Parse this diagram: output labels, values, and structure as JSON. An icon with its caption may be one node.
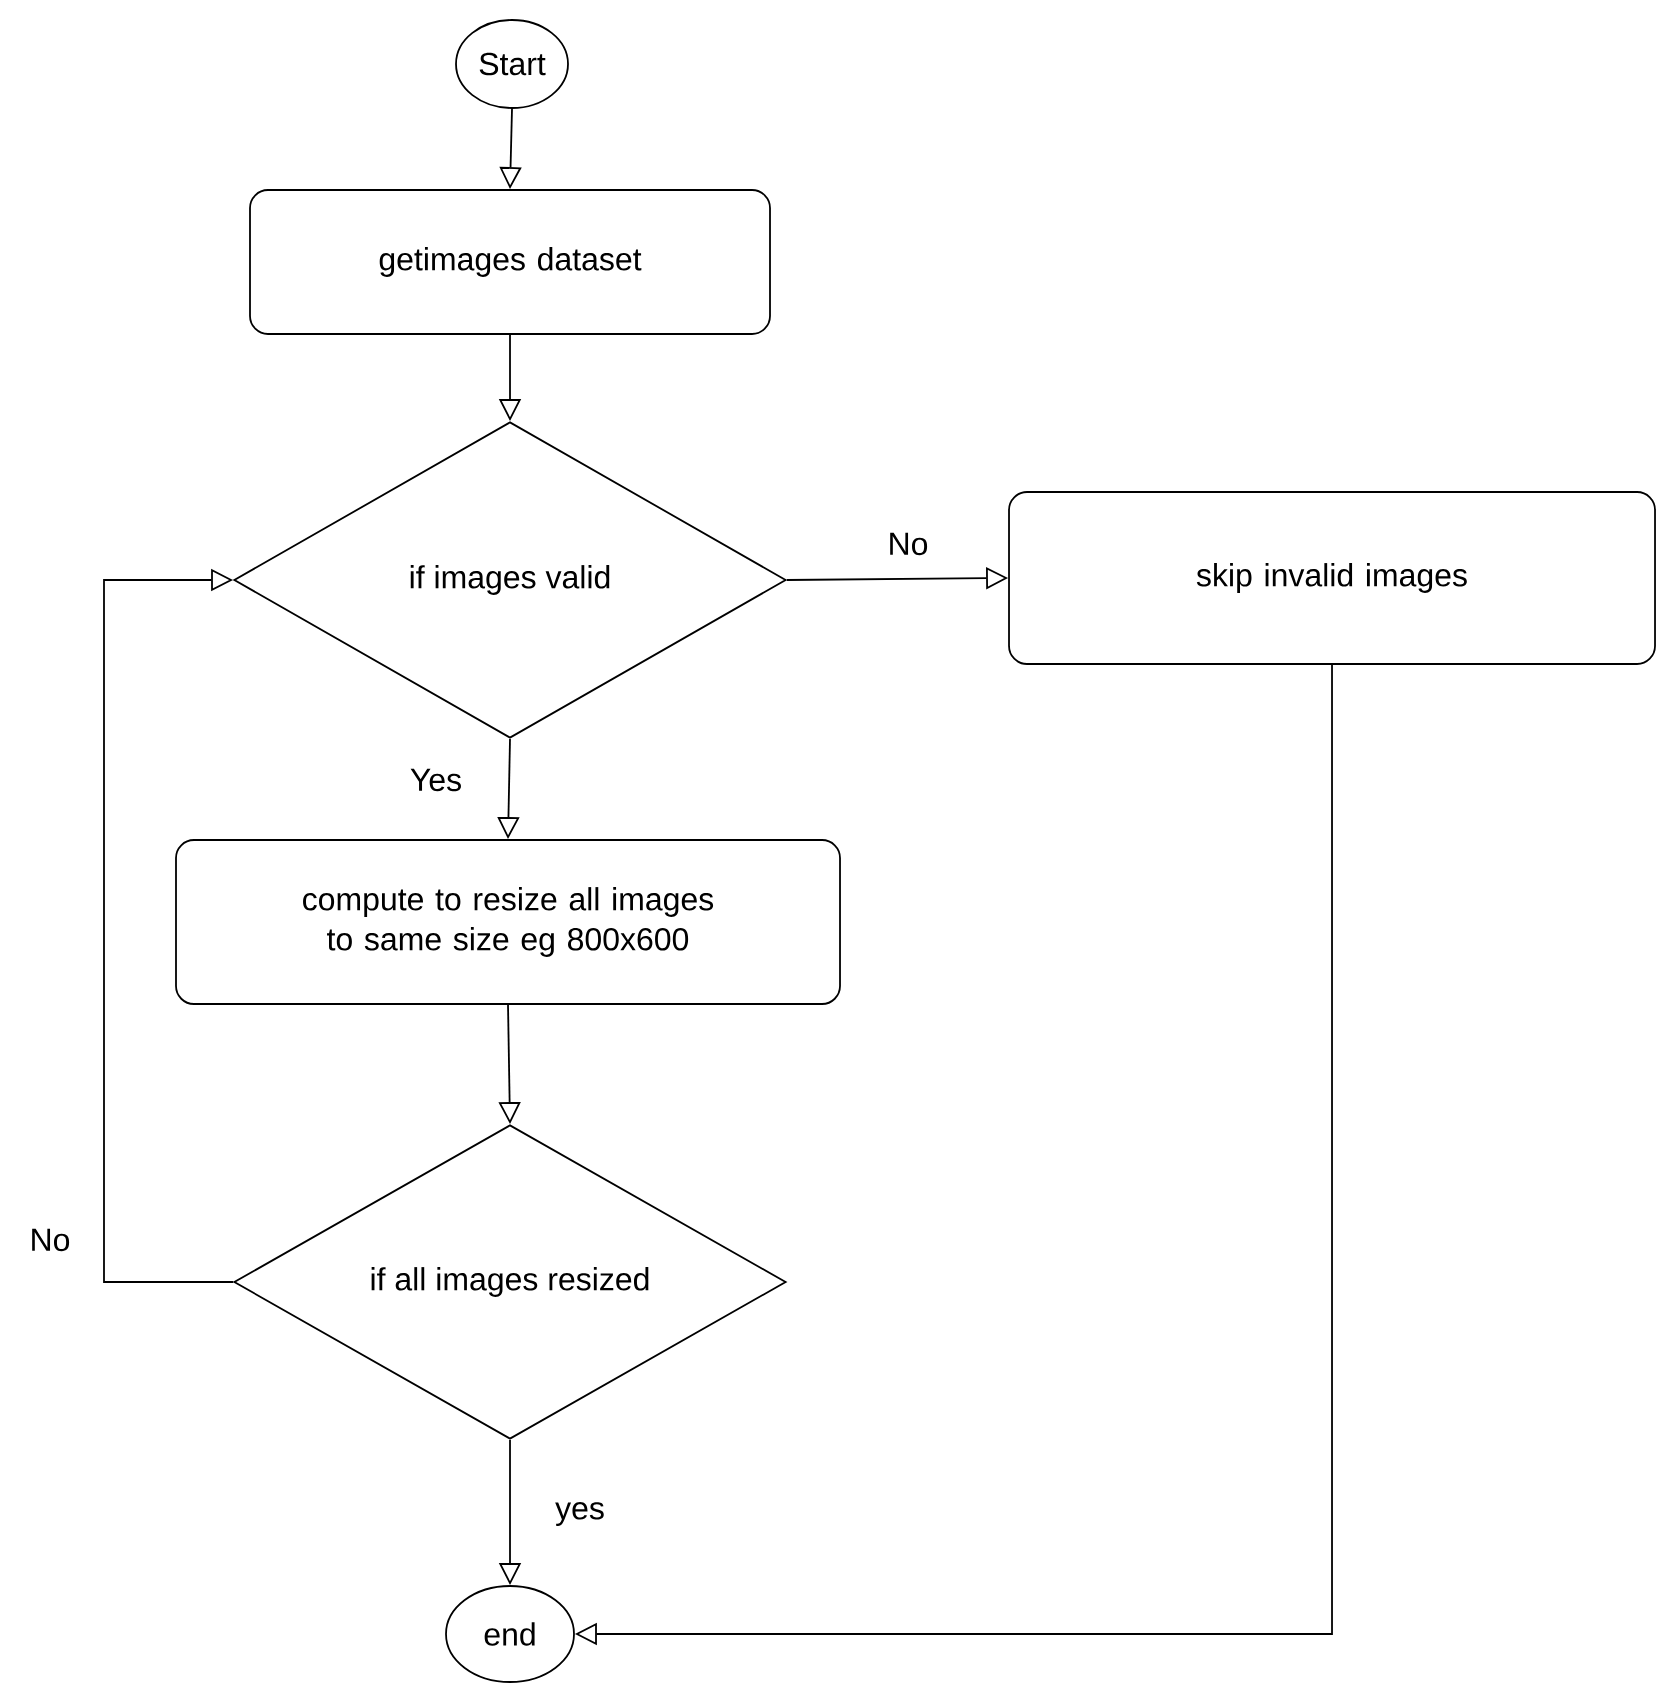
{
  "diagram": {
    "nodes": [
      {
        "text": [
          "Start"
        ]
      },
      {
        "text": [
          "getimages dataset"
        ]
      },
      {
        "text": [
          "if images valid"
        ]
      },
      {
        "text": [
          "skip invalid images"
        ]
      },
      {
        "text": [
          "compute to resize all images to same size eg 800x600"
        ]
      },
      {
        "text": [
          "if all images resized"
        ]
      },
      {
        "text": [
          "end"
        ]
      }
    ],
    "edges": [
      {
        "from": 0,
        "to": 1,
        "arrow": "to"
      },
      {
        "from": 1,
        "to": 2,
        "arrow": "to"
      },
      {
        "from": 2,
        "to": 3,
        "arrow": "to",
        "label": "No"
      },
      {
        "from": 2,
        "to": 4,
        "arrow": "to",
        "label": "Yes"
      },
      {
        "from": 4,
        "to": 5,
        "arrow": "to"
      },
      {
        "from": 5,
        "to": 2,
        "arrow": "to",
        "label": "No"
      },
      {
        "from": 5,
        "to": 6,
        "arrow": "to",
        "label": "yes"
      },
      {
        "from": 3,
        "to": 6,
        "arrow": "to"
      }
    ]
  }
}
